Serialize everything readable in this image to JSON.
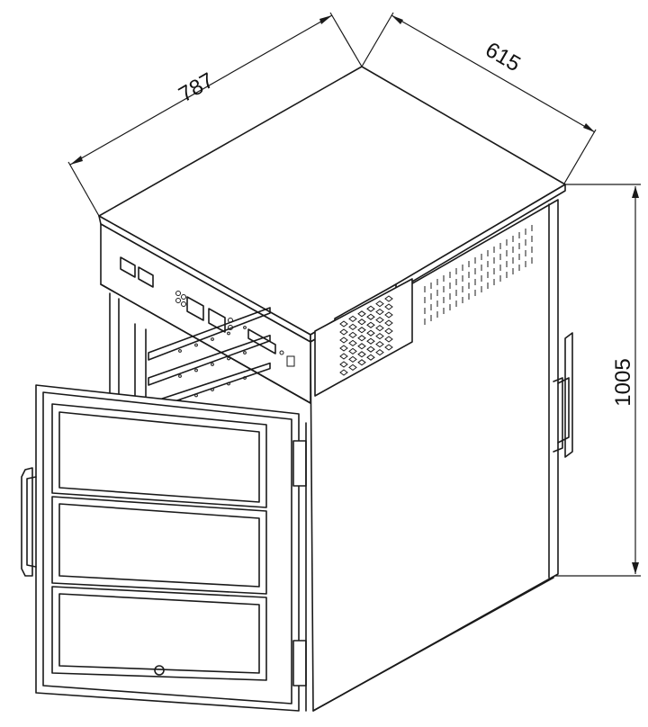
{
  "dimensions": {
    "width": "787",
    "depth": "615",
    "height": "1005"
  },
  "colors": {
    "line": "#1a1a1a",
    "background": "#ffffff"
  }
}
